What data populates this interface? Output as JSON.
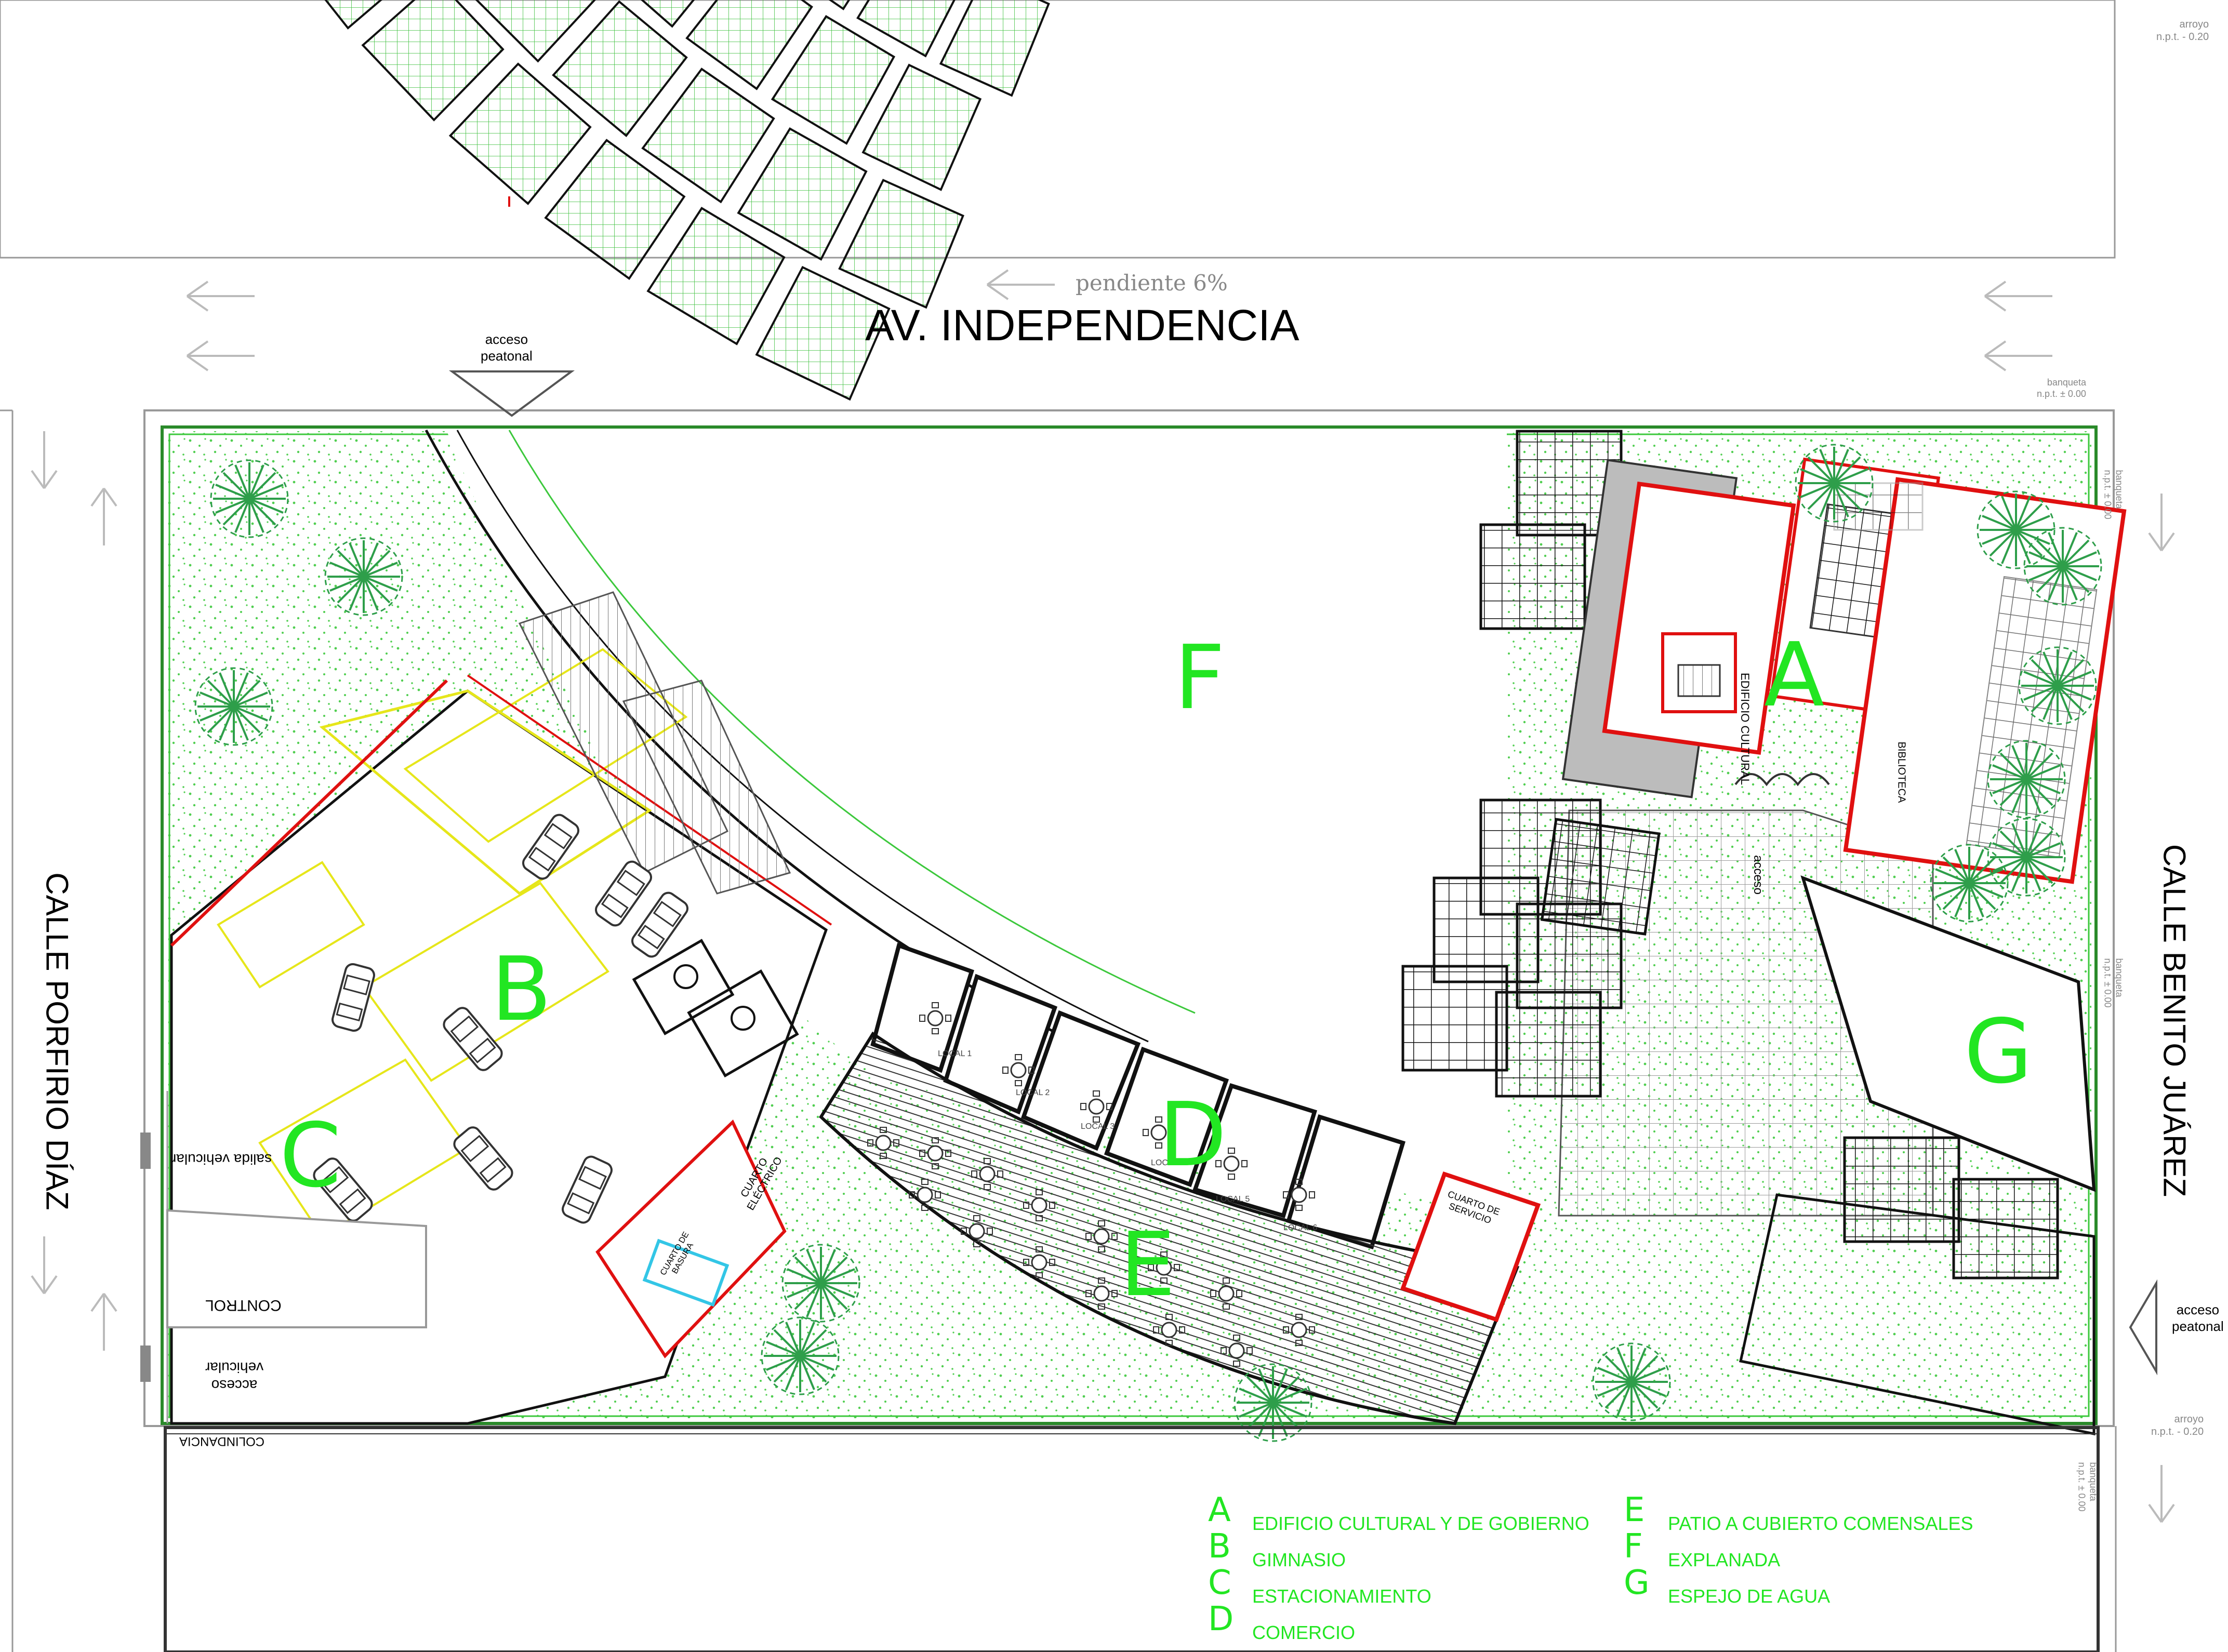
{
  "streets": {
    "north": "AV. INDEPENDENCIA",
    "west": "CALLE PORFIRIO DÍAZ",
    "east": "CALLE  BENITO JUÁREZ"
  },
  "slope_label": "pendiente 6%",
  "access": {
    "pedestrian_top": [
      "acceso",
      "peatonal"
    ],
    "pedestrian_right": [
      "acceso",
      "peatonal"
    ],
    "vehicular_exit": "salida vehicular",
    "vehicular_entry": [
      "acceso",
      "vehicular"
    ],
    "building_access": "acceso"
  },
  "levels": {
    "arroyo_top": [
      "arroyo",
      "n.p.t. - 0.20"
    ],
    "banqueta_top": [
      "banqueta",
      "n.p.t. ± 0.00"
    ],
    "banqueta_right_top": [
      "banqueta",
      "n.p.t. ± 0.00"
    ],
    "banqueta_right_mid": [
      "banqueta",
      "n.p.t. ± 0.00"
    ],
    "arroyo_bottom": [
      "arroyo",
      "n.p.t. - 0.20"
    ],
    "banqueta_bottom": [
      "banqueta",
      "n.p.t. ± 0.00"
    ]
  },
  "small_labels": {
    "control": "CONTROL",
    "colindancia": "COLINDANCIA",
    "cuarto_electrico": [
      "CUARTO",
      "ELÉCTRICO"
    ],
    "cuarto_servicio": [
      "CUARTO DE",
      "SERVICIO"
    ],
    "cuarto_basura": [
      "CUARTO DE",
      "BASURA"
    ],
    "edificio_cultural": "EDIFICIO CULTURAL",
    "biblioteca": "BIBLIOTECA",
    "locales": [
      "LOCAL 1",
      "LOCAL 2",
      "LOCAL 3",
      "LOCAL 4",
      "LOCAL 5",
      "LOCAL 6"
    ]
  },
  "zone_letters": {
    "A": "A",
    "B": "B",
    "C": "C",
    "D": "D",
    "E": "E",
    "F": "F",
    "G": "G"
  },
  "legend": [
    {
      "letter": "A",
      "text": "EDIFICIO CULTURAL Y DE GOBIERNO"
    },
    {
      "letter": "B",
      "text": "GIMNASIO"
    },
    {
      "letter": "C",
      "text": "ESTACIONAMIENTO"
    },
    {
      "letter": "D",
      "text": "COMERCIO"
    },
    {
      "letter": "E",
      "text": "PATIO A CUBIERTO COMENSALES"
    },
    {
      "letter": "F",
      "text": "EXPLANADA"
    },
    {
      "letter": "G",
      "text": "ESPEJO DE AGUA"
    }
  ],
  "colors": {
    "zone_green": "#22e622",
    "wall_red": "#e01010",
    "parking_yellow": "#e6e61a",
    "line": "#222222",
    "land_green": "#3cc83c",
    "water_blue": "#33c6e6"
  }
}
